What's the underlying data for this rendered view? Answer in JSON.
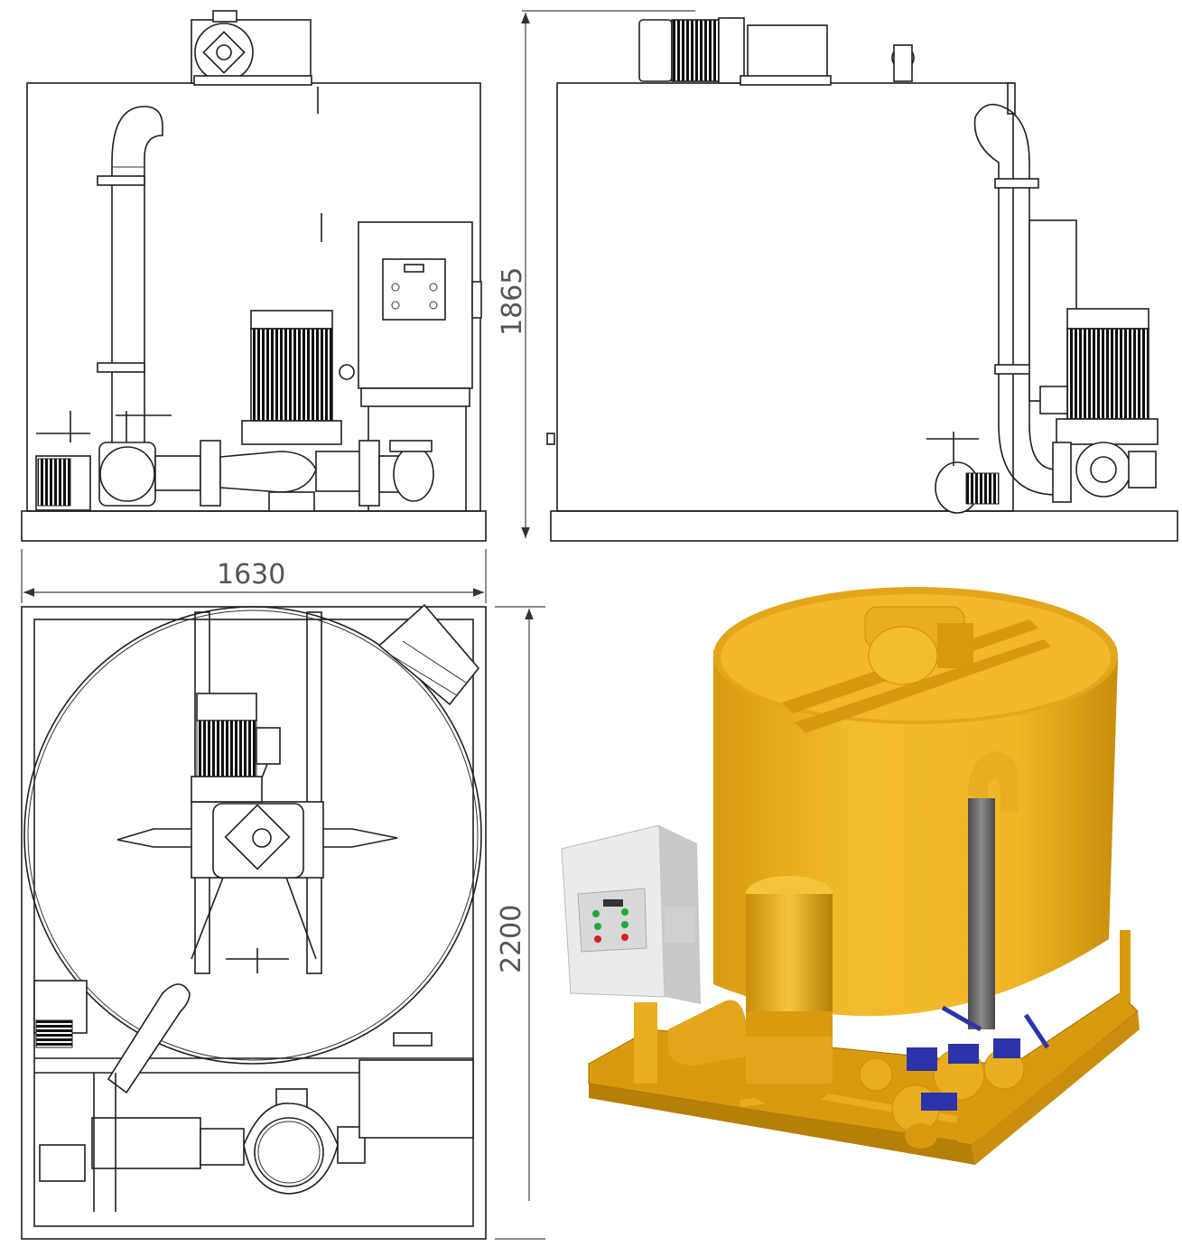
{
  "dimensions": {
    "width_label": "1630",
    "height_label": "1865",
    "depth_label": "2200"
  },
  "colors": {
    "line": "#1f1f1f",
    "body_yellow": "#E8AE1F",
    "body_yellow_dark": "#C98E0C",
    "pipe_gray": "#6E6E6E",
    "valve_blue": "#2A34A8",
    "panel_gray": "#E4E4E4",
    "indicator_green": "#1FA83A",
    "indicator_red": "#D62020"
  },
  "views": [
    {
      "name": "front-elevation",
      "type": "line-drawing"
    },
    {
      "name": "side-elevation",
      "type": "line-drawing"
    },
    {
      "name": "top-plan",
      "type": "line-drawing"
    },
    {
      "name": "isometric-render",
      "type": "3d-render"
    }
  ]
}
